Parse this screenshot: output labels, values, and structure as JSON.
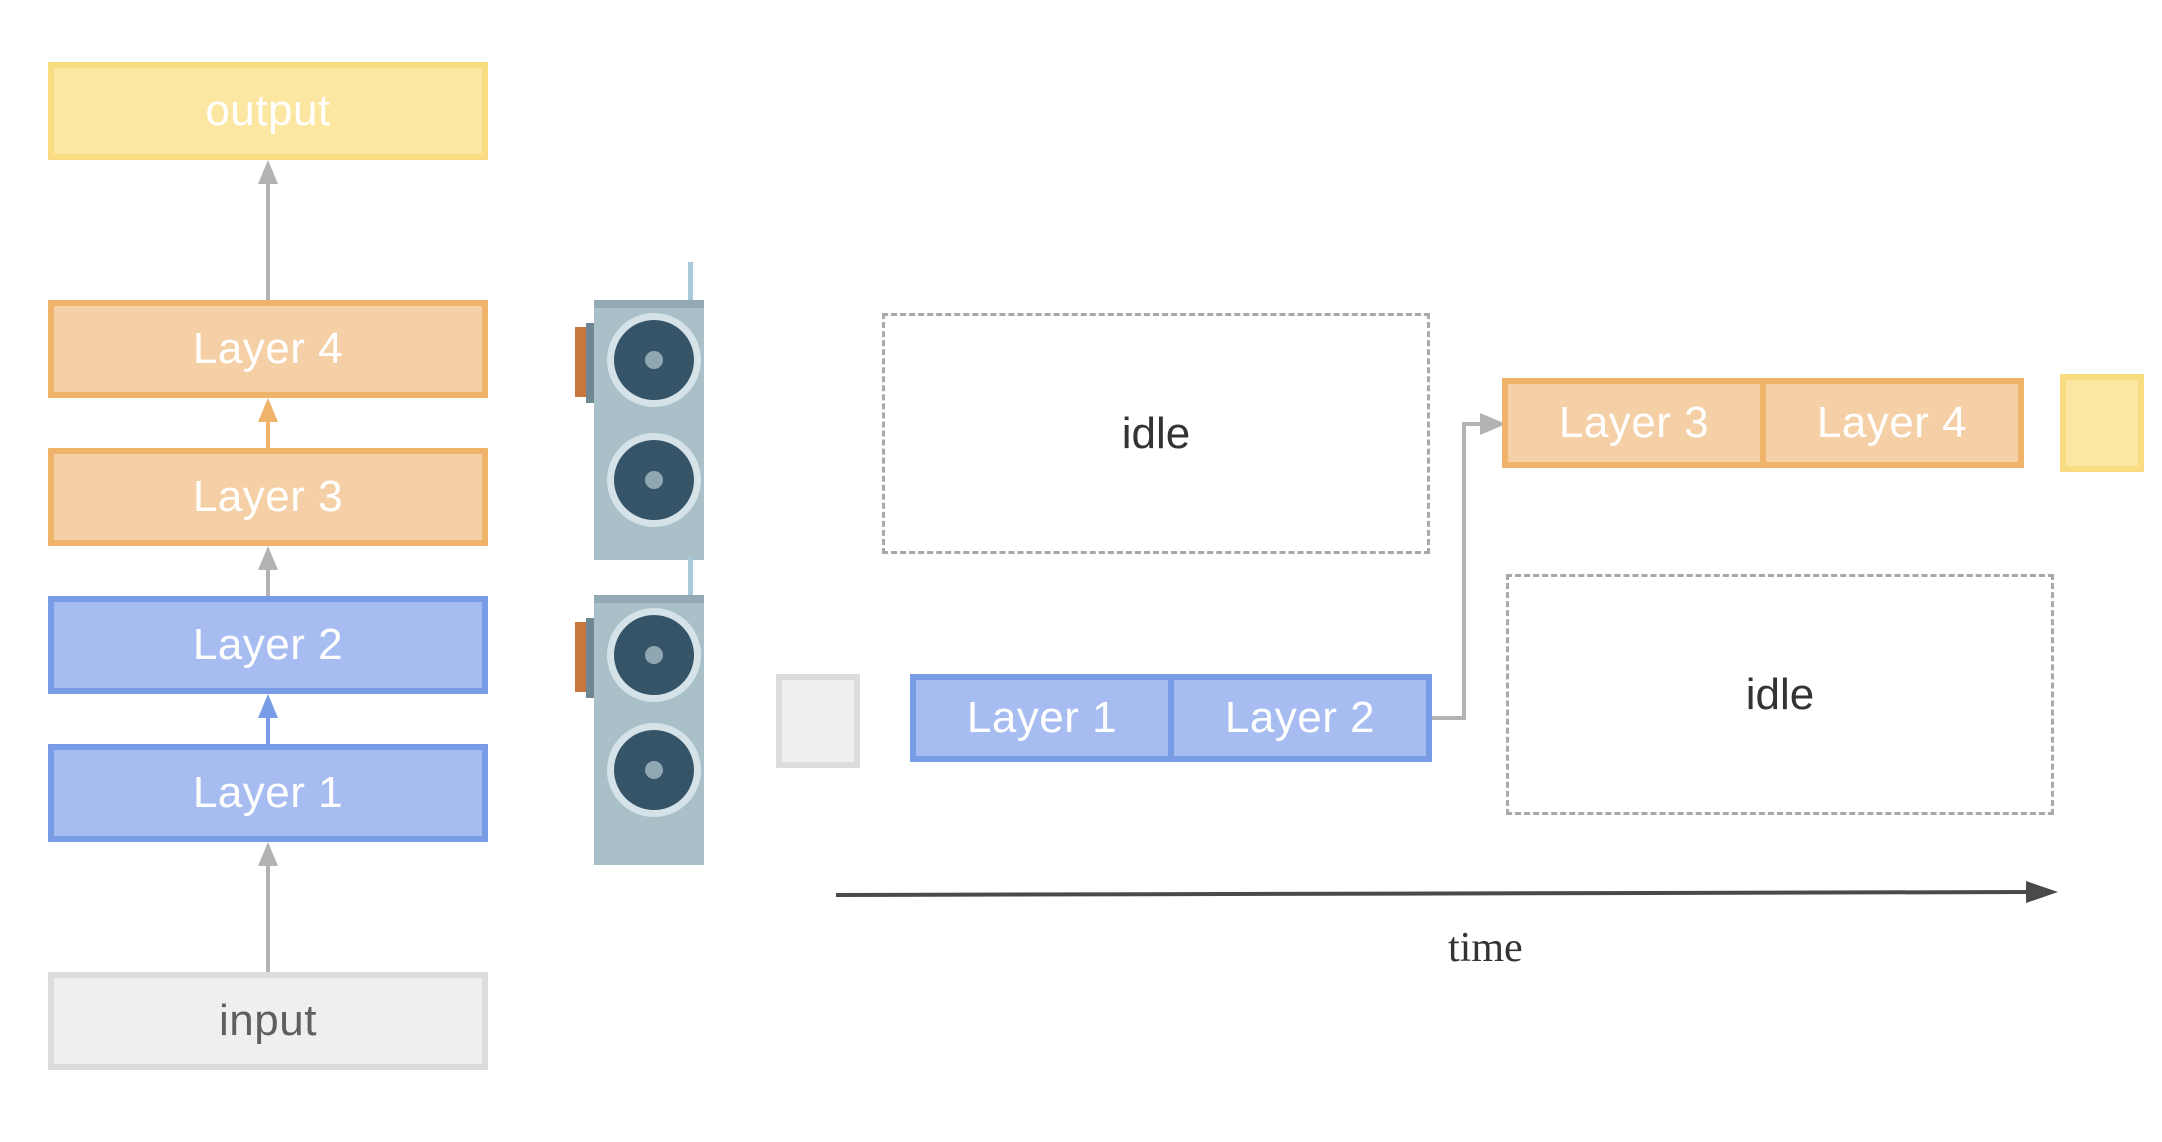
{
  "stack": {
    "output": "output",
    "layer4": "Layer 4",
    "layer3": "Layer 3",
    "layer2": "Layer 2",
    "layer1": "Layer 1",
    "input": "input"
  },
  "timeline": {
    "device1_layers": [
      "Layer 1",
      "Layer 2"
    ],
    "device2_layers": [
      "Layer 3",
      "Layer 4"
    ],
    "idle_top": "idle",
    "idle_bottom": "idle",
    "axis_label": "time"
  },
  "colors": {
    "output": "#fbe7a1",
    "layer_orange": "#f5cfa5",
    "layer_blue": "#a7bdf1",
    "input": "#efefef",
    "arrow_grey": "#b3b3b3",
    "arrow_orange": "#efb36a",
    "arrow_blue": "#789de6",
    "device_body": "#a9c0c9",
    "fan": "#355468"
  },
  "icons": [
    "gpu-device-icon",
    "gpu-device-icon"
  ]
}
